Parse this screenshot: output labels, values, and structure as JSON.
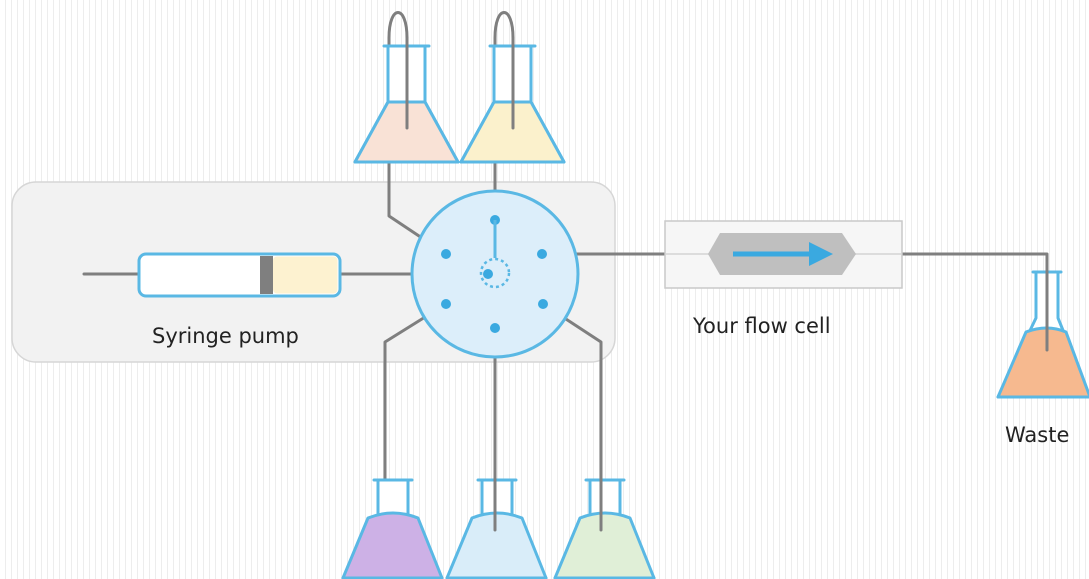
{
  "labels": {
    "syringe_pump": "Syringe pump",
    "flow_cell": "Your flow cell",
    "waste": "Waste"
  },
  "colors": {
    "outline_blue": "#5ab8e4",
    "valve_fill": "#dceefa",
    "tube_gray": "#7f7f7f",
    "panel_fill": "#f2f2f2",
    "flow_arrow": "#3aa9e0",
    "flask_peach": "#f9e2d6",
    "flask_yellow": "#fbf1cc",
    "flask_purple": "#cdb1e6",
    "flask_light_blue": "#d9edf9",
    "flask_light_green": "#e0efd7",
    "flask_orange": "#f6b98f",
    "syringe_liquid": "#fdf2d0"
  },
  "icons": [
    "syringe-icon",
    "rotary-valve-icon",
    "flow-cell-icon",
    "flask-icon"
  ]
}
